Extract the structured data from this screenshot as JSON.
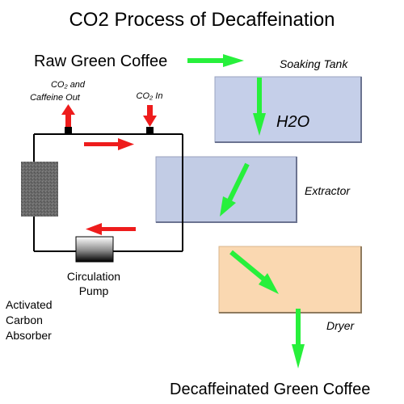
{
  "title": "CO2 Process of Decaffeination",
  "input_label": "Raw Green Coffee",
  "output_label": "Decaffeinated Green Coffee",
  "soaking_tank": {
    "label": "Soaking Tank",
    "content": "H2O"
  },
  "extractor": {
    "label": "Extractor"
  },
  "dryer": {
    "label": "Dryer"
  },
  "co2_out": {
    "line1": "CO₂ and",
    "line2": "Caffeine Out"
  },
  "co2_in": "CO₂ In",
  "pump": {
    "line1": "Circulation",
    "line2": "Pump"
  },
  "absorber": {
    "line1": "Activated",
    "line2": "Carbon",
    "line3": "Absorber"
  },
  "colors": {
    "tank_fill": "#c5cfe9",
    "extractor_fill": "#c2cce5",
    "dryer_fill": "#fad8b1",
    "flow_arrow": "#27f03b",
    "co2_arrow": "#ee1c1c",
    "loop_line": "#000000",
    "absorber_fill": "#6c6c6c"
  }
}
